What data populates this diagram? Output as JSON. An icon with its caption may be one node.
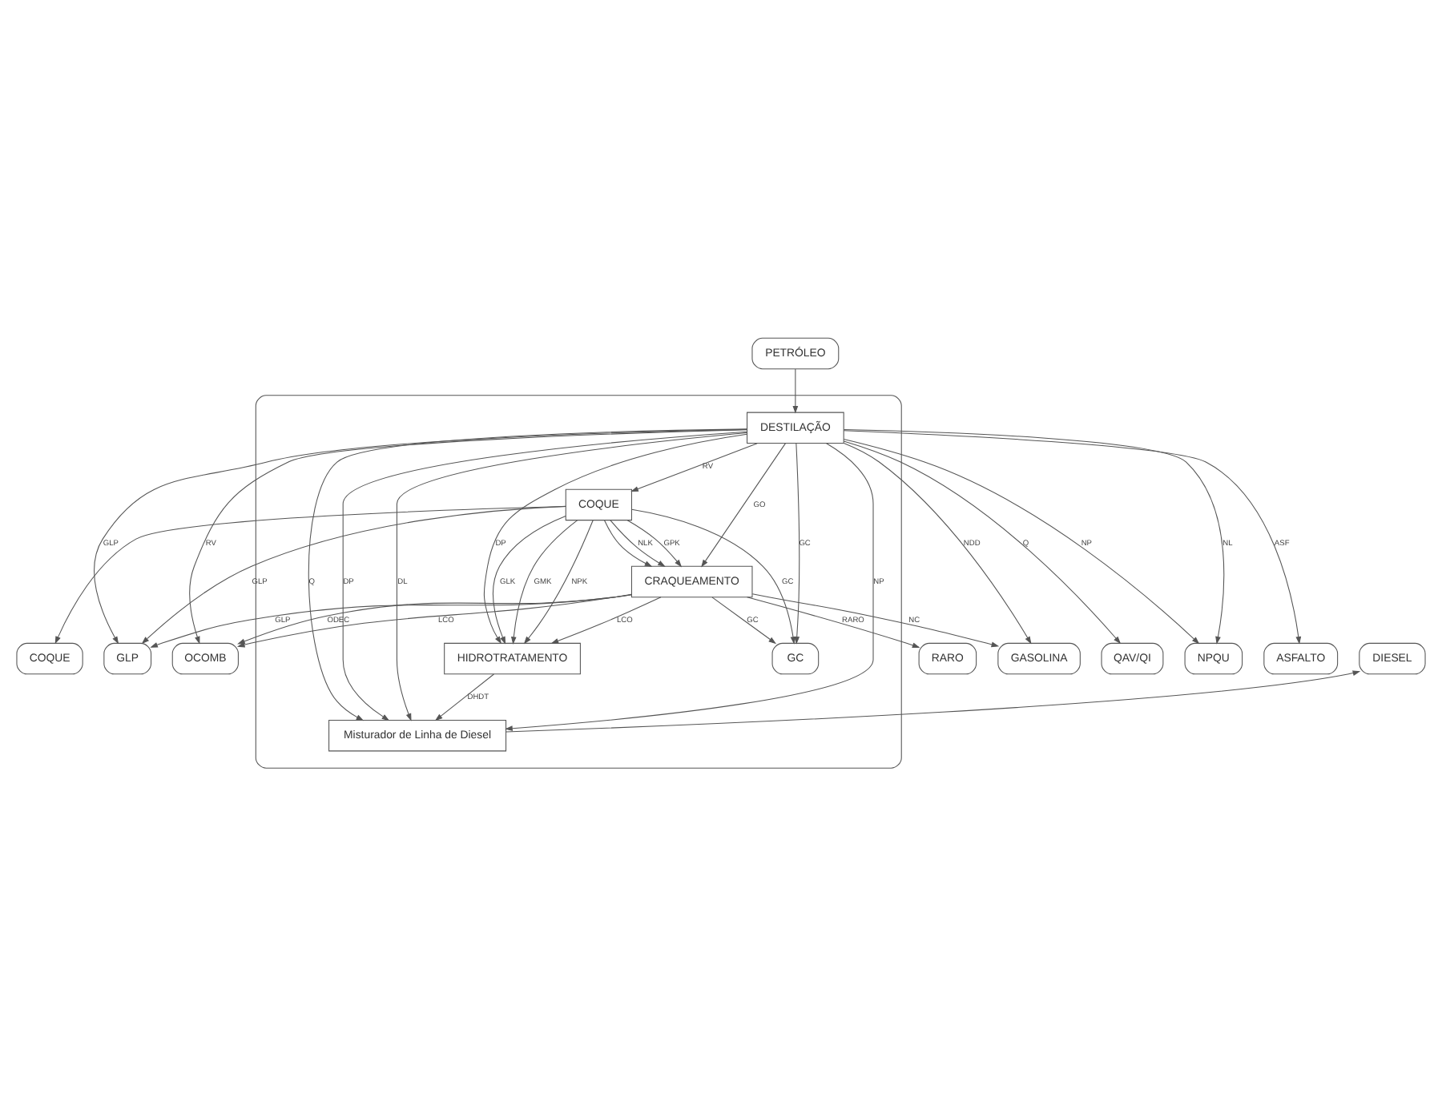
{
  "diagram": {
    "nodes": [
      {
        "text": [],
        "shape": "box"
      },
      {
        "text": [
          "Misturador de Linha de Diesel"
        ],
        "in": 0
      },
      {
        "text": [
          "DESTILAÇÃO"
        ],
        "in": 0
      },
      {
        "text": [
          "HIDROTRATAMENTO"
        ],
        "in": 0
      },
      {
        "text": [
          "CRAQUEAMENTO"
        ],
        "in": 0
      },
      {
        "text": [
          "COQUE"
        ],
        "in": 0
      },
      {
        "text": [
          "GC"
        ],
        "in": 0
      },
      {
        "text": [
          "PETRÓLEO"
        ]
      },
      {
        "text": [
          "DIESEL"
        ]
      },
      {
        "text": [
          "QAV/QI"
        ]
      },
      {
        "text": [
          "COQUE"
        ]
      },
      {
        "text": [
          "NPQU"
        ]
      },
      {
        "text": [
          "GASOLINA"
        ]
      },
      {
        "text": [
          "RARO"
        ]
      },
      {
        "text": [
          "OCOMB"
        ]
      },
      {
        "text": [
          "ASFALTO"
        ]
      },
      {
        "text": [
          "GLP"
        ]
      }
    ],
    "edges": [
      {
        "from": 7,
        "to": 2,
        "arrow": "to"
      },
      {
        "from": 1,
        "to": 8,
        "arrow": "to"
      },
      {
        "from": 2,
        "to": 1,
        "label": "DL",
        "arrow": "to"
      },
      {
        "from": 2,
        "to": 1,
        "label": "NP",
        "arrow": "to"
      },
      {
        "from": 2,
        "to": 1,
        "label": "Q",
        "arrow": "to"
      },
      {
        "from": 2,
        "to": 9,
        "label": "Q",
        "arrow": "to"
      },
      {
        "from": 2,
        "to": 1,
        "label": "DP",
        "arrow": "to"
      },
      {
        "from": 2,
        "to": 3,
        "label": "DP",
        "arrow": "to"
      },
      {
        "from": 3,
        "to": 1,
        "label": "DHDT",
        "arrow": "to"
      },
      {
        "from": 2,
        "to": 6,
        "label": "GC",
        "arrow": "to"
      },
      {
        "from": 2,
        "to": 11,
        "label": "NL",
        "arrow": "to"
      },
      {
        "from": 2,
        "to": 11,
        "label": "NP",
        "arrow": "to"
      },
      {
        "from": 2,
        "to": 12,
        "label": "NDD",
        "arrow": "to"
      },
      {
        "from": 2,
        "to": 4,
        "label": "GO",
        "arrow": "to"
      },
      {
        "from": 4,
        "to": 3,
        "label": "LCO",
        "arrow": "to"
      },
      {
        "from": 4,
        "to": 14,
        "label": "LCO",
        "arrow": "to"
      },
      {
        "from": 2,
        "to": 14,
        "label": "RV",
        "arrow": "to"
      },
      {
        "from": 2,
        "to": 5,
        "label": "RV",
        "arrow": "to"
      },
      {
        "from": 2,
        "to": 15,
        "label": "ASF",
        "arrow": "to"
      },
      {
        "from": 2,
        "to": 16,
        "label": "GLP",
        "arrow": "to"
      },
      {
        "from": 4,
        "to": 16,
        "label": "GLP",
        "arrow": "to"
      },
      {
        "from": 5,
        "to": 4,
        "label": "NLK",
        "arrow": "to"
      },
      {
        "from": 5,
        "to": 4,
        "label": "GPK",
        "arrow": "to"
      },
      {
        "from": 5,
        "to": 3,
        "label": "NPK",
        "arrow": "to"
      },
      {
        "from": 5,
        "to": 4,
        "arrow": "to"
      },
      {
        "from": 5,
        "to": 3,
        "label": "GMK",
        "arrow": "to"
      },
      {
        "from": 5,
        "to": 3,
        "label": "GLK",
        "arrow": "to"
      },
      {
        "from": 4,
        "to": 6,
        "label": "GC",
        "arrow": "to"
      },
      {
        "from": 4,
        "to": 14,
        "label": "ODEC",
        "arrow": "to"
      },
      {
        "from": 4,
        "to": 12,
        "label": "NC",
        "arrow": "to"
      },
      {
        "from": 4,
        "to": 13,
        "label": "RARO",
        "arrow": "to"
      },
      {
        "from": 5,
        "to": 16,
        "label": "GLP",
        "arrow": "to"
      },
      {
        "from": 5,
        "to": 6,
        "label": "GC",
        "arrow": "to"
      },
      {
        "from": 5,
        "to": 10,
        "arrow": "to"
      }
    ]
  }
}
